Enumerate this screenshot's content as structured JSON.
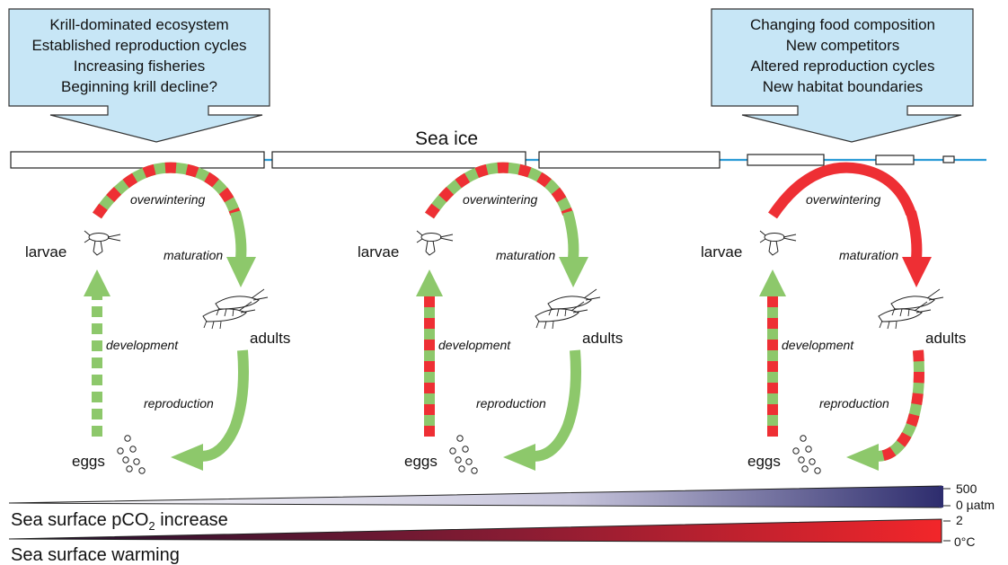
{
  "callouts": {
    "left": [
      "Krill-dominated ecosystem",
      "Established reproduction cycles",
      "Increasing fisheries",
      "Beginning krill decline?"
    ],
    "right": [
      "Changing food composition",
      "New competitors",
      "Altered reproduction cycles",
      "New habitat boundaries"
    ]
  },
  "sea_ice": {
    "label": "Sea ice"
  },
  "cycle_labels": {
    "overwintering": "overwintering",
    "maturation": "maturation",
    "development": "development",
    "reproduction": "reproduction",
    "larvae": "larvae",
    "adults": "adults",
    "eggs": "eggs"
  },
  "gradients": {
    "pco2": {
      "title_main": "Sea surface pCO",
      "title_sub": "2",
      "title_end": " increase",
      "max_label": "500",
      "min_label": "0 µatm",
      "color": "#2e2d6e"
    },
    "warming": {
      "title": "Sea surface warming",
      "max_label": "2",
      "min_label": "0°C",
      "color": "#e8262a"
    }
  },
  "colors": {
    "green": "#8dc86b",
    "red": "#ee2f34",
    "callout_fill": "#c7e6f6",
    "ice_line": "#2a9bd6"
  }
}
